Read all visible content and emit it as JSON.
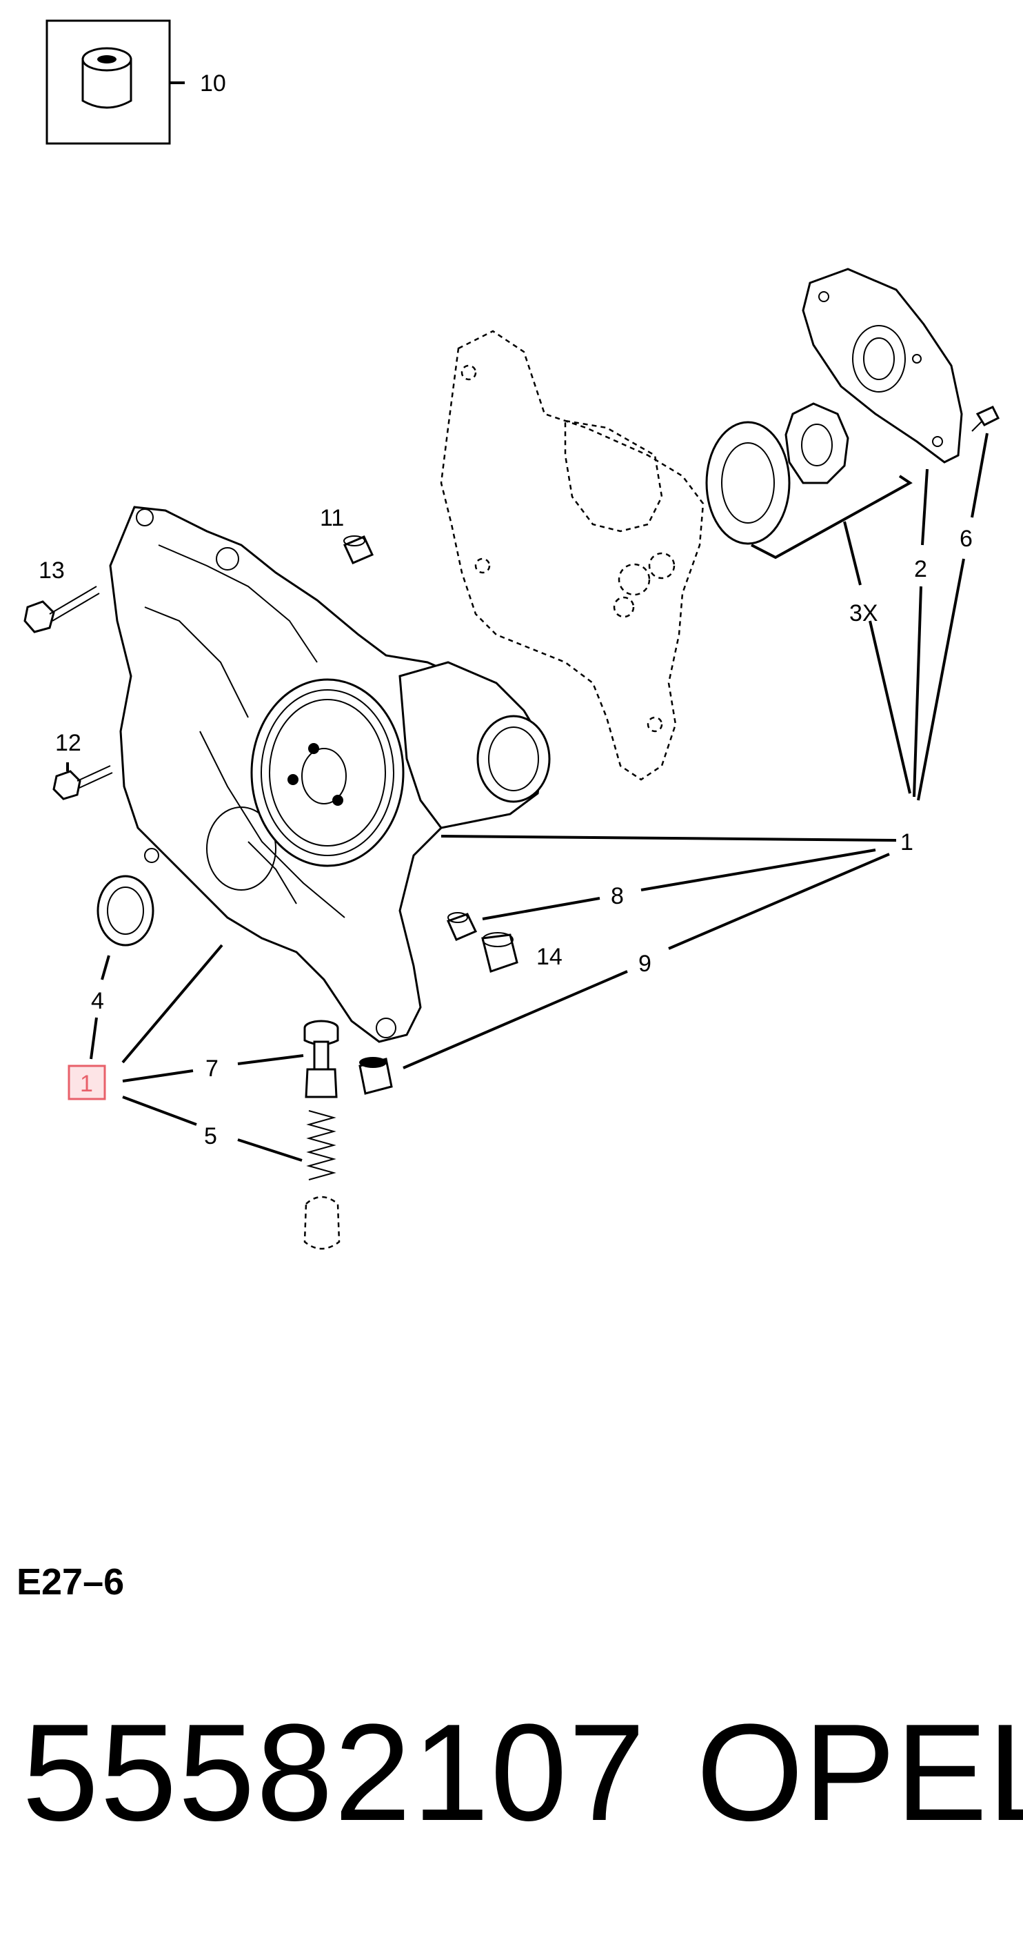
{
  "callouts": {
    "c1_main": "1",
    "c1_highlight": "1",
    "c2": "2",
    "c3x": "3X",
    "c4": "4",
    "c5": "5",
    "c6": "6",
    "c7": "7",
    "c8": "8",
    "c9": "9",
    "c10": "10",
    "c11": "11",
    "c12": "12",
    "c13": "13",
    "c14": "14"
  },
  "diagram_code": "E27–6",
  "part_number": "55582107",
  "brand": "OPEL",
  "highlight_color": "#e8606a"
}
